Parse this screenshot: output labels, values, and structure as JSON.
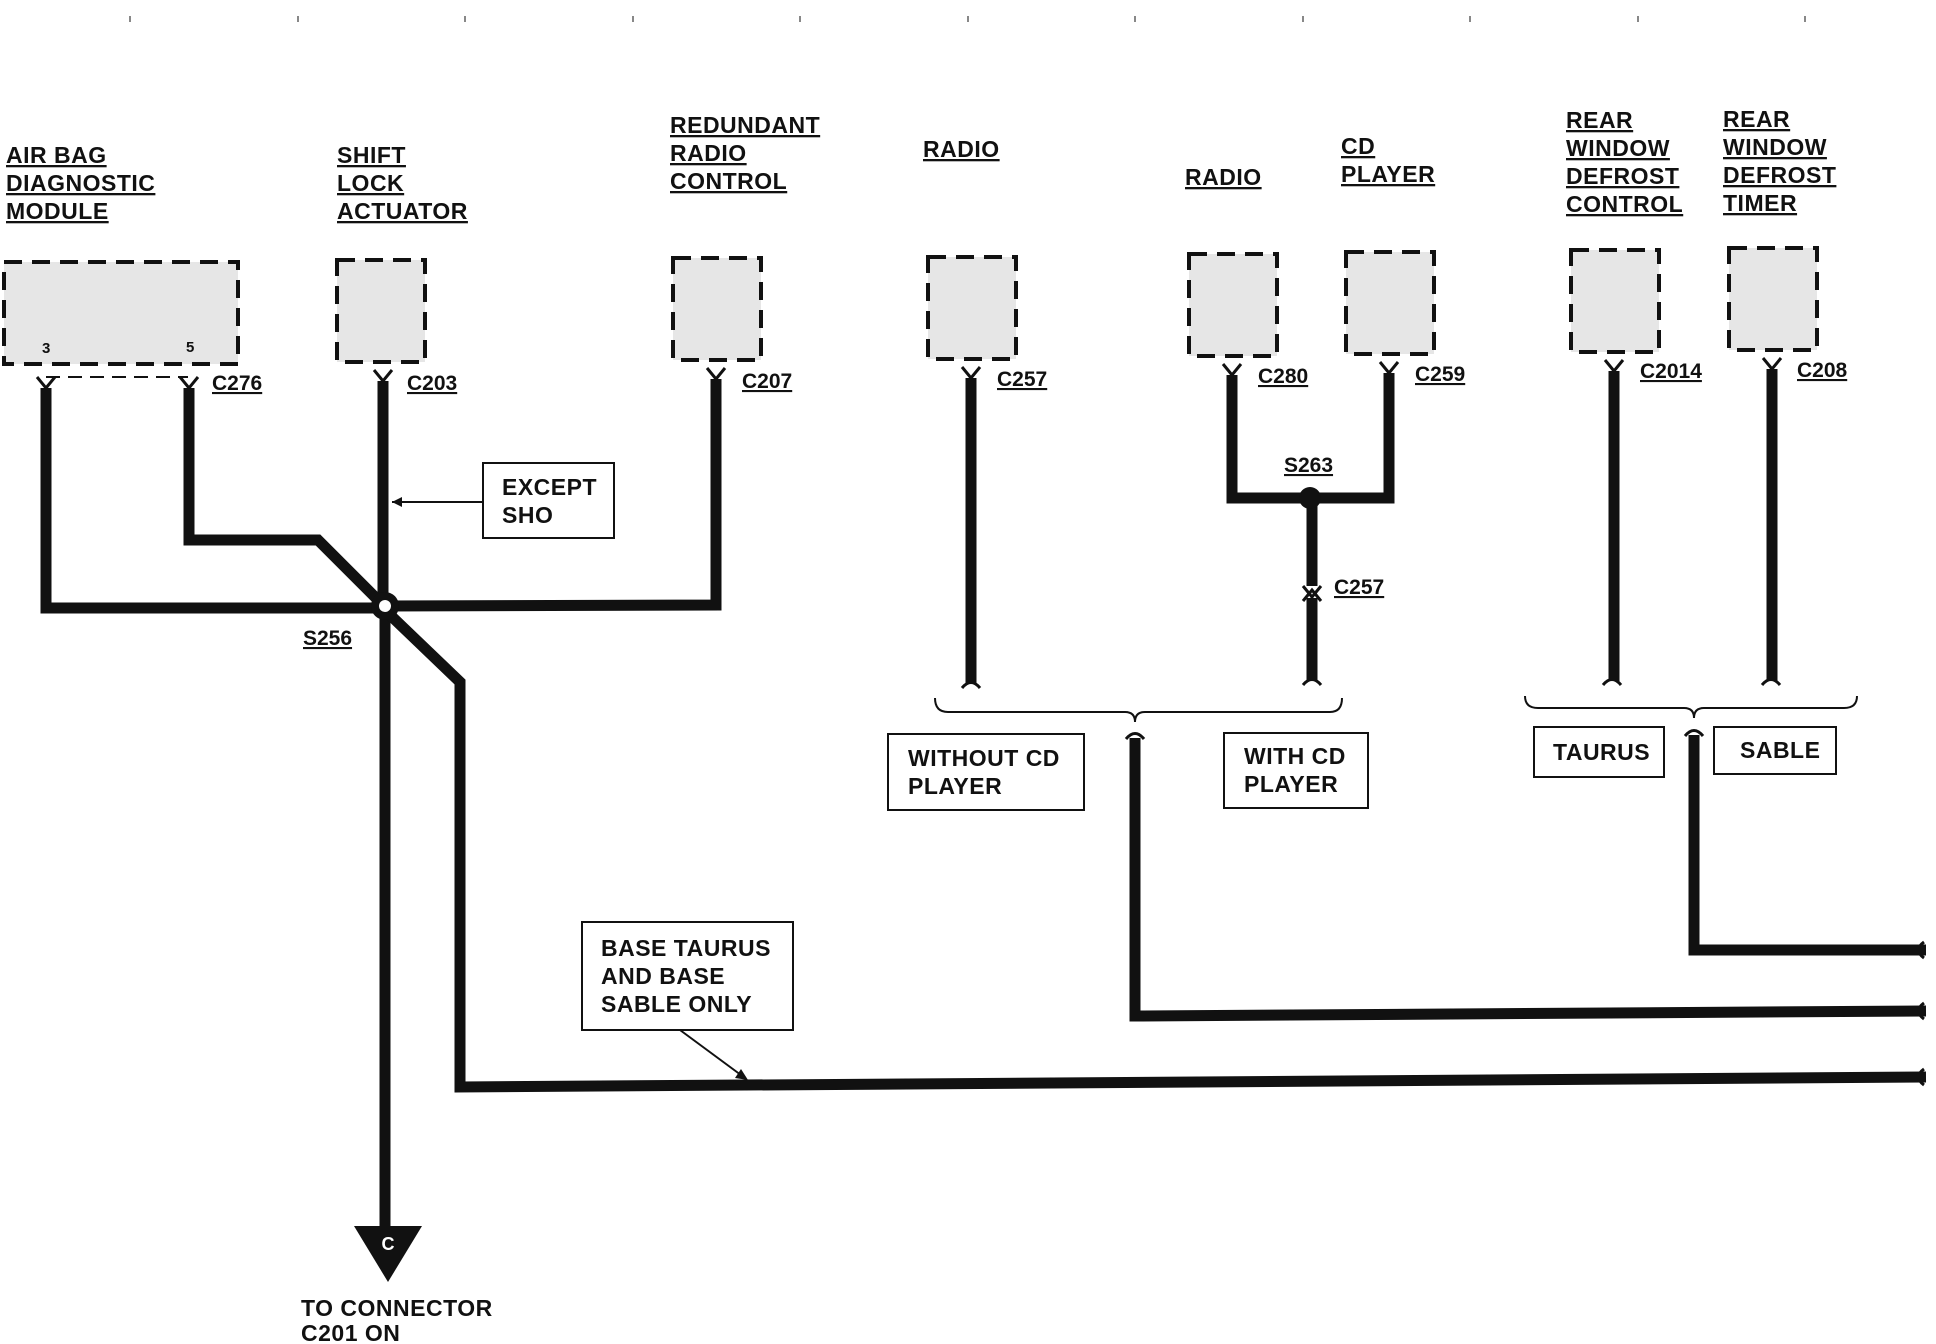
{
  "components": {
    "air_bag_module": [
      "AIR BAG",
      "DIAGNOSTIC",
      "MODULE"
    ],
    "shift_lock": [
      "SHIFT",
      "LOCK",
      "ACTUATOR"
    ],
    "redundant_radio": [
      "REDUNDANT",
      "RADIO",
      "CONTROL"
    ],
    "radio_1": [
      "RADIO"
    ],
    "radio_2": [
      "RADIO"
    ],
    "cd_player": [
      "CD",
      "PLAYER"
    ],
    "rear_defrost_control": [
      "REAR",
      "WINDOW",
      "DEFROST",
      "CONTROL"
    ],
    "rear_defrost_timer": [
      "REAR",
      "WINDOW",
      "DEFROST",
      "TIMER"
    ]
  },
  "pins": {
    "air_bag_pin_a": "3",
    "air_bag_pin_b": "5"
  },
  "connectors": {
    "c276": "C276",
    "c203": "C203",
    "c207": "C207",
    "c257_top": "C257",
    "c280": "C280",
    "c259": "C259",
    "c257_mid": "C257",
    "c2014": "C2014",
    "c208": "C208"
  },
  "splices": {
    "s256": "S256",
    "s263": "S263"
  },
  "notes": {
    "except_sho": [
      "EXCEPT",
      "SHO"
    ],
    "without_cd": [
      "WITHOUT CD",
      "PLAYER"
    ],
    "with_cd": [
      "WITH CD",
      "PLAYER"
    ],
    "taurus": "TAURUS",
    "sable": "SABLE",
    "base_only": [
      "BASE TAURUS",
      "AND BASE",
      "SABLE ONLY"
    ]
  },
  "ground_ref": {
    "letter": "C",
    "label": [
      "TO CONNECTOR",
      "C201 ON"
    ]
  }
}
